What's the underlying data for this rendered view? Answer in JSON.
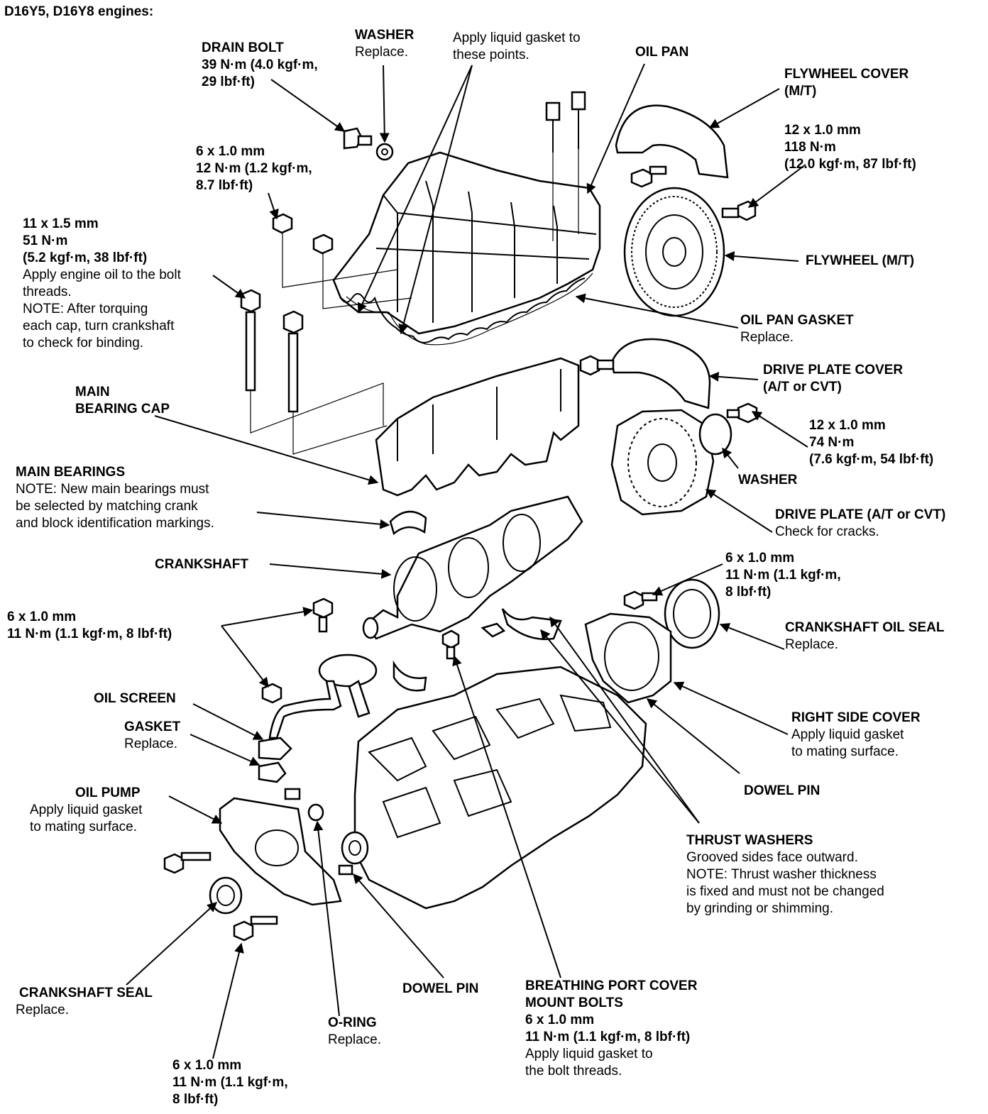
{
  "title": "D16Y5, D16Y8 engines:",
  "labels": {
    "drain_bolt": {
      "heading": "DRAIN BOLT",
      "lines": [
        "39 N·m (4.0 kgf·m,",
        "29 lbf·ft)"
      ]
    },
    "washer_top": {
      "heading": "WASHER",
      "lines": [
        "Replace."
      ]
    },
    "liquid_gasket_points": {
      "lines": [
        "Apply liquid gasket to",
        "these points."
      ]
    },
    "oil_pan": {
      "heading": "OIL PAN"
    },
    "flywheel_cover": {
      "heading": "FLYWHEEL COVER",
      "lines": [
        "(M/T)"
      ]
    },
    "flywheel_bolt": {
      "lines": [
        "12 x 1.0 mm",
        "118 N·m",
        "(12.0 kgf·m, 87 lbf·ft)"
      ]
    },
    "pan_bolt": {
      "lines": [
        "6 x 1.0 mm",
        "12 N·m (1.2 kgf·m,",
        "8.7 lbf·ft)"
      ]
    },
    "cap_bolt": {
      "lines_bold": [
        "11 x 1.5 mm",
        "51 N·m",
        "(5.2 kgf·m, 38 lbf·ft)"
      ],
      "lines": [
        "Apply engine oil to the bolt",
        "threads.",
        "NOTE:  After torquing",
        "each cap, turn crankshaft",
        "to check for binding."
      ]
    },
    "flywheel": {
      "heading": "FLYWHEEL (M/T)"
    },
    "oil_pan_gasket": {
      "heading": "OIL PAN GASKET",
      "lines": [
        "Replace."
      ]
    },
    "drive_plate_cover": {
      "heading": "DRIVE PLATE COVER",
      "lines": [
        "(A/T or CVT)"
      ]
    },
    "drive_plate_bolt": {
      "lines": [
        "12 x 1.0 mm",
        "74 N·m",
        "(7.6 kgf·m, 54 lbf·ft)"
      ]
    },
    "main_bearing_cap": {
      "heading": "MAIN",
      "heading2": "BEARING CAP"
    },
    "washer_mid": {
      "heading": "WASHER"
    },
    "main_bearings": {
      "heading": "MAIN BEARINGS",
      "lines": [
        "NOTE:  New main bearings must",
        "be selected by matching crank",
        "and block identification markings."
      ]
    },
    "drive_plate": {
      "heading": "DRIVE PLATE (A/T or CVT)",
      "lines": [
        "Check for cracks."
      ]
    },
    "crankshaft": {
      "heading": "CRANKSHAFT"
    },
    "seal_bolt": {
      "lines": [
        "6 x 1.0 mm",
        "11 N·m (1.1 kgf·m,",
        "8 lbf·ft)"
      ]
    },
    "screen_bolt": {
      "lines": [
        "6 x 1.0 mm",
        "11 N·m (1.1 kgf·m, 8 lbf·ft)"
      ]
    },
    "crankshaft_oil_seal": {
      "heading": "CRANKSHAFT OIL SEAL",
      "lines": [
        "Replace."
      ]
    },
    "oil_screen": {
      "heading": "OIL SCREEN"
    },
    "gasket": {
      "heading": "GASKET",
      "lines": [
        "Replace."
      ]
    },
    "right_side_cover": {
      "heading": "RIGHT SIDE COVER",
      "lines": [
        "Apply liquid gasket",
        "to mating surface."
      ]
    },
    "oil_pump": {
      "heading": "OIL PUMP",
      "lines": [
        "Apply liquid gasket",
        "to mating surface."
      ]
    },
    "dowel_pin_right": {
      "heading": "DOWEL PIN"
    },
    "thrust_washers": {
      "heading": "THRUST WASHERS",
      "lines": [
        "Grooved sides face outward.",
        "NOTE: Thrust washer thickness",
        "is fixed and must not be changed",
        "by grinding or shimming."
      ]
    },
    "crankshaft_seal": {
      "heading": "CRANKSHAFT SEAL",
      "lines": [
        "Replace."
      ]
    },
    "dowel_pin_bottom": {
      "heading": "DOWEL PIN"
    },
    "breathing_port": {
      "heading": "BREATHING PORT COVER",
      "heading2": "MOUNT BOLTS",
      "lines_bold": [
        "6 x 1.0 mm",
        "11 N·m (1.1 kgf·m, 8 lbf·ft)"
      ],
      "lines": [
        "Apply liquid gasket to",
        "the bolt threads."
      ]
    },
    "o_ring": {
      "heading": "O-RING",
      "lines": [
        "Replace."
      ]
    },
    "pump_bolt": {
      "lines": [
        "6 x 1.0 mm",
        "11 N·m (1.1 kgf·m,",
        "8 lbf·ft)"
      ]
    }
  }
}
